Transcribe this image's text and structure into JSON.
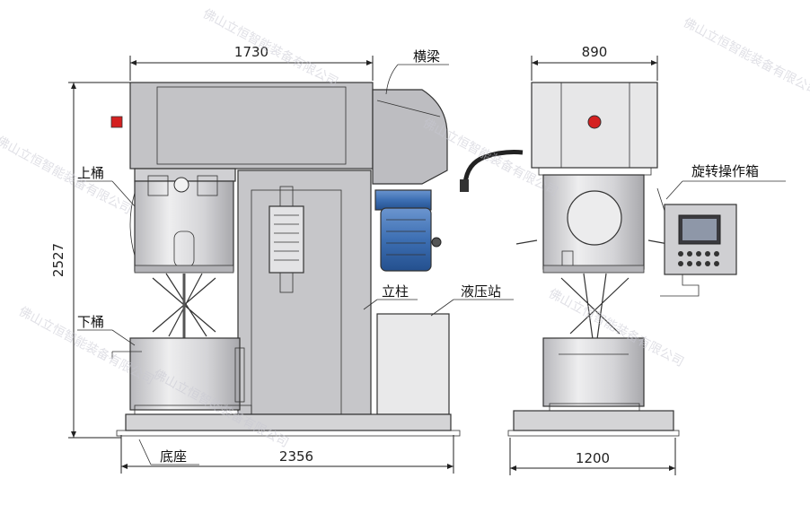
{
  "dimensions": {
    "top_width_front": "1730",
    "height_front": "2527",
    "base_width_front": "2356",
    "top_width_side": "890",
    "base_width_side": "1200"
  },
  "labels": {
    "crossbeam": "横梁",
    "upper_barrel": "上桶",
    "lower_barrel": "下桶",
    "column": "立柱",
    "hydraulic_station": "液压站",
    "base": "底座",
    "rotary_control_box": "旋转操作箱"
  },
  "watermark": "佛山立恒智能装备有限公司",
  "colors": {
    "frame": "#c3c3c6",
    "frame_dark": "#a9a9ad",
    "motor_blue": "#3d6fb3",
    "barrel": "#d9d9db",
    "red_lamp": "#d42020",
    "panel": "#cfcfd2"
  }
}
